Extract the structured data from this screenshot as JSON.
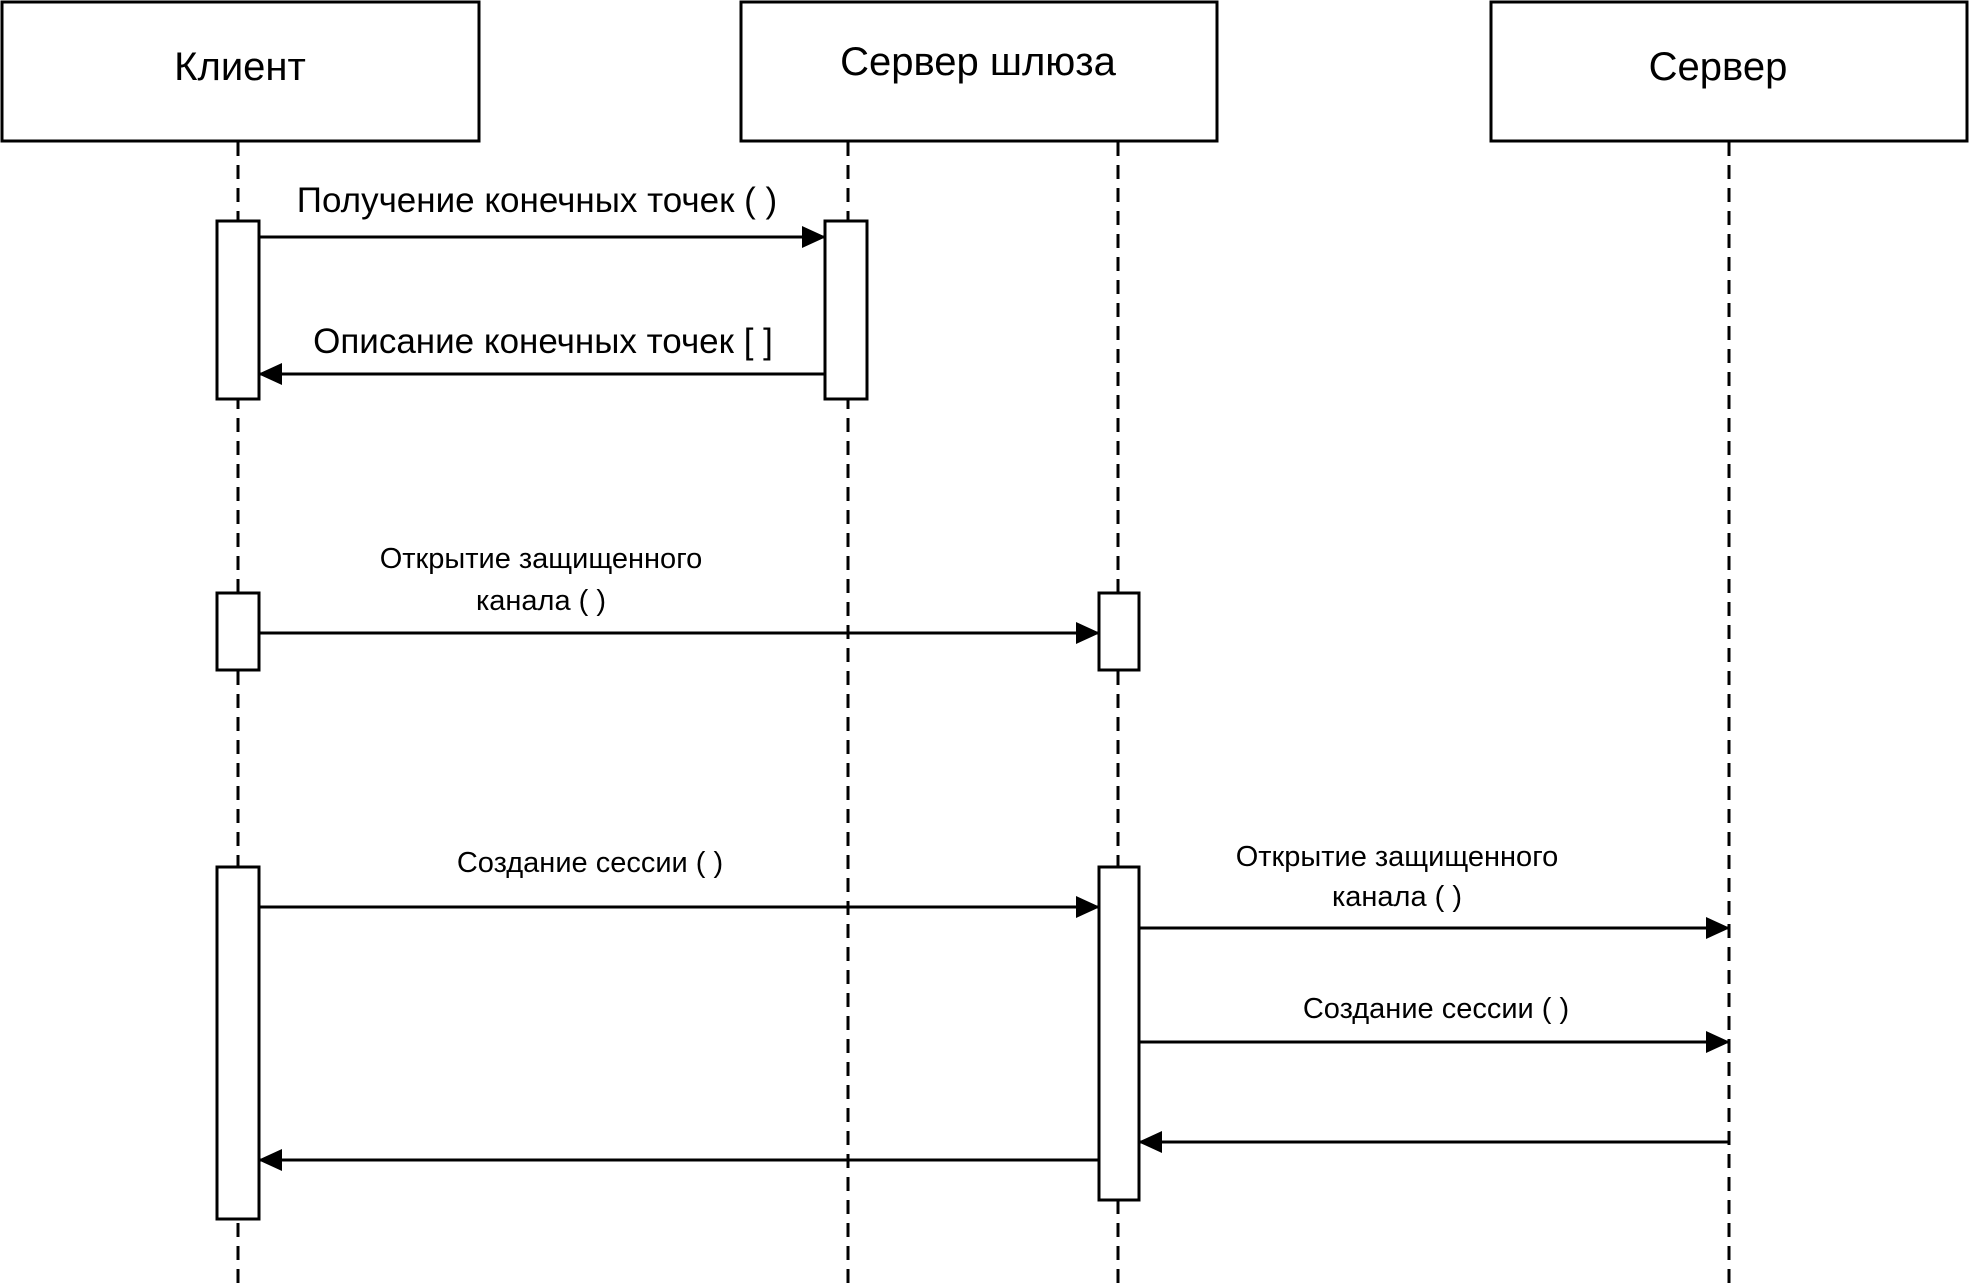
{
  "participants": {
    "client": "Клиент",
    "gateway": "Сервер шлюза",
    "server": "Сервер"
  },
  "messages": {
    "get_endpoints": "Получение конечных точек ( )",
    "endpoints_description": "Описание конечных точек [  ]",
    "open_channel_client_line1": "Открытие защищенного",
    "open_channel_client_line2": "канала ( )",
    "create_session_client": "Создание сессии ( )",
    "open_channel_server_line1": "Открытие защищенного",
    "open_channel_server_line2": "канала ( )",
    "create_session_server": "Создание сессии ( )"
  },
  "colors": {
    "line": "#000000",
    "background": "#ffffff"
  }
}
